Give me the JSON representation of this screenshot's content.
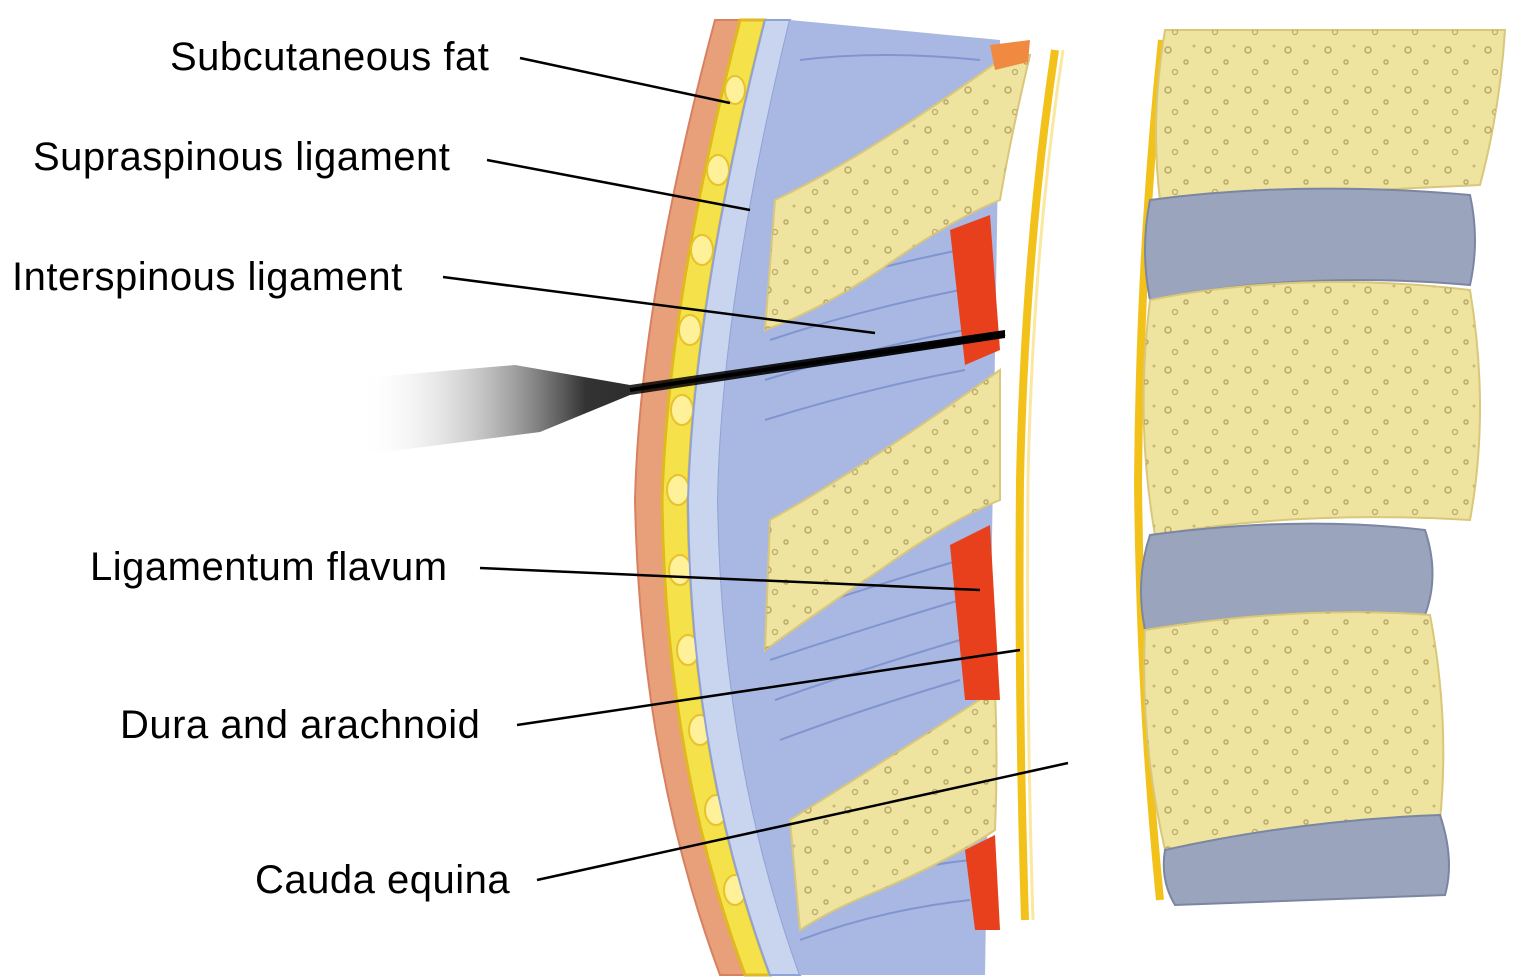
{
  "labels": {
    "subcutaneous_fat": "Subcutaneous fat",
    "supraspinous_ligament": "Supraspinous ligament",
    "interspinous_ligament": "Interspinous ligament",
    "ligamentum_flavum": "Ligamentum flavum",
    "dura_and_arachnoid": "Dura and arachnoid",
    "cauda_equina": "Cauda equina"
  },
  "colors": {
    "skin": "#e8a07a",
    "fat": "#f5e14a",
    "bone": "#efe3a0",
    "ligament_blue": "#8fa3d6",
    "disc": "#9aa4bd",
    "flavum_red": "#e8401c",
    "dura_yellow": "#f2c21a",
    "needle": "#000000"
  }
}
